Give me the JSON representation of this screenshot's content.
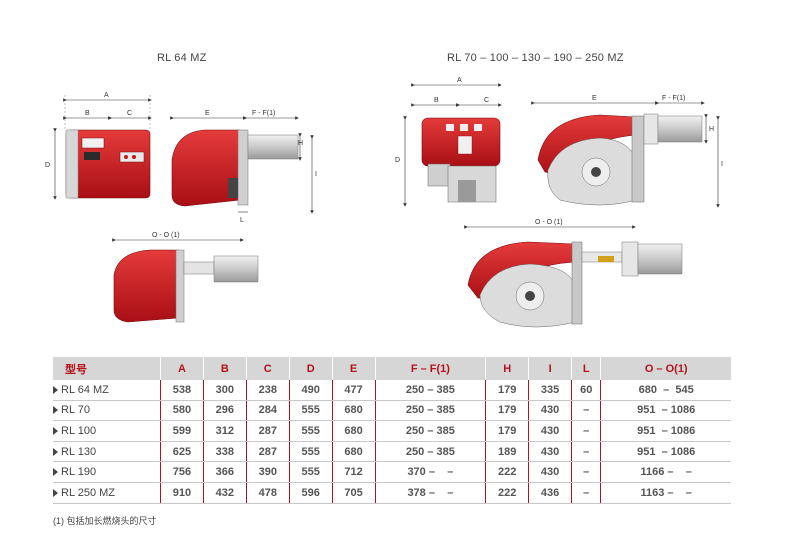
{
  "figures": {
    "left_title": "RL 64 MZ",
    "right_title": "RL 70 – 100 – 130 – 190 – 250 MZ",
    "dims": {
      "A": "A",
      "B": "B",
      "C": "C",
      "D": "D",
      "E": "E",
      "FF1": "F - F(1)",
      "H": "H",
      "I": "I",
      "L": "L",
      "OO1": "O - O (1)"
    }
  },
  "table": {
    "headers": [
      "型号",
      "A",
      "B",
      "C",
      "D",
      "E",
      "F – F(1)",
      "H",
      "I",
      "L",
      "O – O(1)"
    ],
    "rows": [
      {
        "model": "RL 64 MZ",
        "cells": [
          "538",
          "300",
          "238",
          "490",
          "477",
          "250 – 385",
          "179",
          "335",
          "60",
          "680  –  545"
        ]
      },
      {
        "model": "RL 70",
        "cells": [
          "580",
          "296",
          "284",
          "555",
          "680",
          "250 – 385",
          "179",
          "430",
          "–",
          "951  – 1086"
        ]
      },
      {
        "model": "RL 100",
        "cells": [
          "599",
          "312",
          "287",
          "555",
          "680",
          "250 – 385",
          "179",
          "430",
          "–",
          "951  – 1086"
        ]
      },
      {
        "model": "RL 130",
        "cells": [
          "625",
          "338",
          "287",
          "555",
          "680",
          "250 – 385",
          "189",
          "430",
          "–",
          "951  – 1086"
        ]
      },
      {
        "model": "RL 190",
        "cells": [
          "756",
          "366",
          "390",
          "555",
          "712",
          "370 –    –",
          "222",
          "430",
          "–",
          "1166 –    –"
        ]
      },
      {
        "model": "RL 250 MZ",
        "cells": [
          "910",
          "432",
          "478",
          "596",
          "705",
          "378 –    –",
          "222",
          "436",
          "–",
          "1163 –    –"
        ]
      }
    ]
  },
  "footnote": "(1) 包括加长燃烧头的尺寸",
  "colors": {
    "brand_red": "#c4161c",
    "header_bg": "#d6d6d6",
    "header_text": "#b5121b"
  }
}
